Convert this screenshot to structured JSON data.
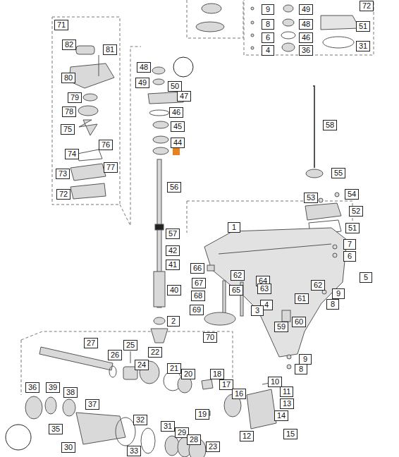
{
  "diagram": {
    "labels": [
      "9",
      "49",
      "72",
      "8",
      "48",
      "6",
      "46",
      "4",
      "36",
      "51",
      "31",
      "71",
      "82",
      "81",
      "80",
      "79",
      "78",
      "75",
      "76",
      "74",
      "77",
      "73",
      "72",
      "48",
      "49",
      "50",
      "47",
      "46",
      "45",
      "44",
      "56",
      "57",
      "42",
      "41",
      "40",
      "2",
      "22",
      "58",
      "55",
      "53",
      "54",
      "52",
      "51",
      "1",
      "7",
      "6",
      "5",
      "66",
      "62",
      "64",
      "67",
      "65",
      "63",
      "62",
      "9",
      "68",
      "8",
      "61",
      "4",
      "3",
      "69",
      "60",
      "59",
      "70",
      "9",
      "8",
      "27",
      "26",
      "25",
      "24",
      "21",
      "20",
      "18",
      "17",
      "16",
      "10",
      "11",
      "36",
      "39",
      "38",
      "37",
      "13",
      "19",
      "14",
      "35",
      "32",
      "31",
      "12",
      "15",
      "30",
      "29",
      "28",
      "33",
      "23"
    ]
  }
}
